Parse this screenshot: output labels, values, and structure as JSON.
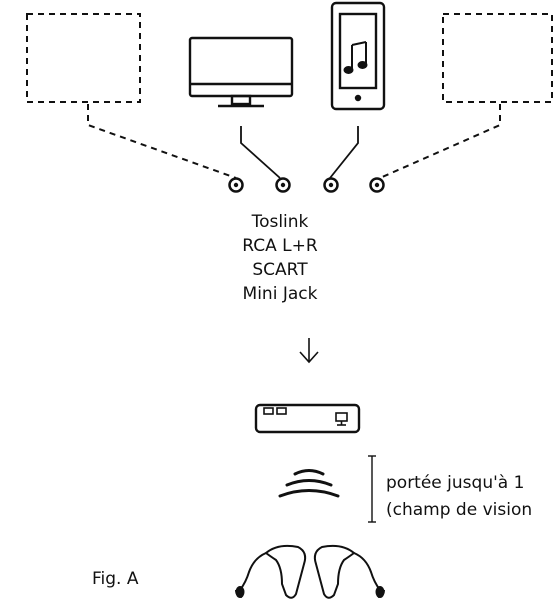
{
  "inputs": [
    "Toslink",
    "RCA L+R",
    "SCART",
    "Mini Jack"
  ],
  "range": {
    "line1": "portée jusqu'à 1",
    "line2": "(champ de vision"
  },
  "figure_label": "Fig. A",
  "icons": [
    "placeholder-box",
    "monitor",
    "smartphone-music",
    "placeholder-box",
    "jack-connector",
    "down-arrow",
    "transmitter",
    "wireless-signal",
    "hearing-aids"
  ]
}
